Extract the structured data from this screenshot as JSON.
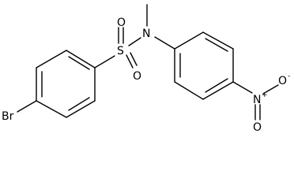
{
  "molecule": {
    "atoms": {
      "br": "Br",
      "s": "S",
      "o_upper": "O",
      "o_lower": "O",
      "n_amine": "N",
      "n_nitro": "N",
      "n_nitro_charge": "+",
      "o_nitro_right": "O",
      "o_nitro_right_charge": "-",
      "o_nitro_down": "O"
    },
    "colors": {
      "ink": "#000000",
      "background": "#ffffff"
    }
  }
}
